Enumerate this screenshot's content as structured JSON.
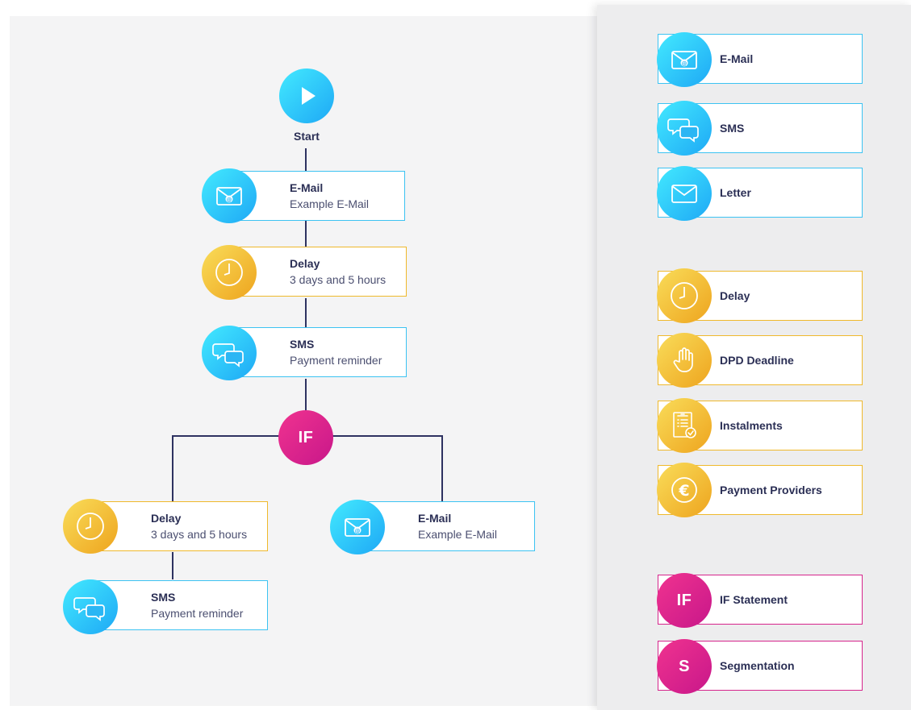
{
  "colors": {
    "blue": "#2bbaf5",
    "yellow": "#f1b52a",
    "magenta": "#d6258c",
    "connector": "#2e3261",
    "text": "#2b2f55"
  },
  "flow": {
    "start_label": "Start",
    "email_1": {
      "title": "E-Mail",
      "subtitle": "Example E-Mail",
      "icon": "envelope-at-icon"
    },
    "delay_1": {
      "title": "Delay",
      "subtitle": "3 days and 5 hours",
      "icon": "clock-icon"
    },
    "sms_1": {
      "title": "SMS",
      "subtitle": "Payment reminder",
      "icon": "chat-bubbles-icon"
    },
    "if_label": "IF",
    "left_branch": {
      "delay": {
        "title": "Delay",
        "subtitle": "3 days and 5 hours",
        "icon": "clock-icon"
      },
      "sms": {
        "title": "SMS",
        "subtitle": "Payment reminder",
        "icon": "chat-bubbles-icon"
      }
    },
    "right_branch": {
      "email": {
        "title": "E-Mail",
        "subtitle": "Example E-Mail",
        "icon": "envelope-at-icon"
      }
    }
  },
  "palette": {
    "communication": [
      {
        "label": "E-Mail",
        "icon": "envelope-at-icon"
      },
      {
        "label": "SMS",
        "icon": "chat-bubbles-icon"
      },
      {
        "label": "Letter",
        "icon": "envelope-icon"
      }
    ],
    "actions": [
      {
        "label": "Delay",
        "icon": "clock-icon"
      },
      {
        "label": "DPD Deadline",
        "icon": "hand-stop-icon"
      },
      {
        "label": "Instalments",
        "icon": "document-check-icon"
      },
      {
        "label": "Payment Providers",
        "icon": "euro-coin-icon"
      }
    ],
    "logic": [
      {
        "label": "IF Statement",
        "badge": "IF"
      },
      {
        "label": "Segmentation",
        "badge": "S"
      }
    ]
  }
}
